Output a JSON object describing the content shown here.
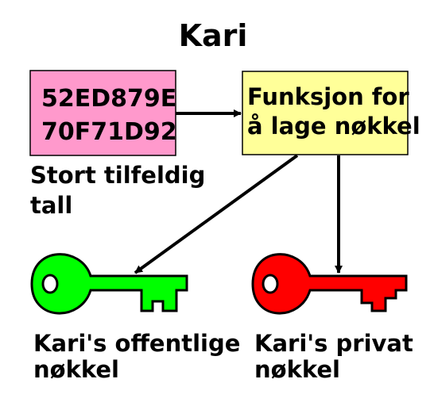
{
  "title": "Kari",
  "random_number": {
    "lines": [
      "52ED879E",
      "70F71D92"
    ],
    "caption_lines": [
      "Stort tilfeldig",
      "tall"
    ]
  },
  "key_function": {
    "lines": [
      "Funksjon for",
      "å lage nøkkel"
    ]
  },
  "public_key": {
    "caption_lines": [
      "Kari's offentlige",
      "nøkkel"
    ],
    "icon": "key-icon"
  },
  "private_key": {
    "caption_lines": [
      "Kari's privat",
      "nøkkel"
    ],
    "icon": "key-icon"
  },
  "colors": {
    "random_box": "#ff99cc",
    "function_box": "#ffff99",
    "public_key": "#00ff00",
    "private_key": "#ff0000",
    "stroke": "#000000"
  }
}
